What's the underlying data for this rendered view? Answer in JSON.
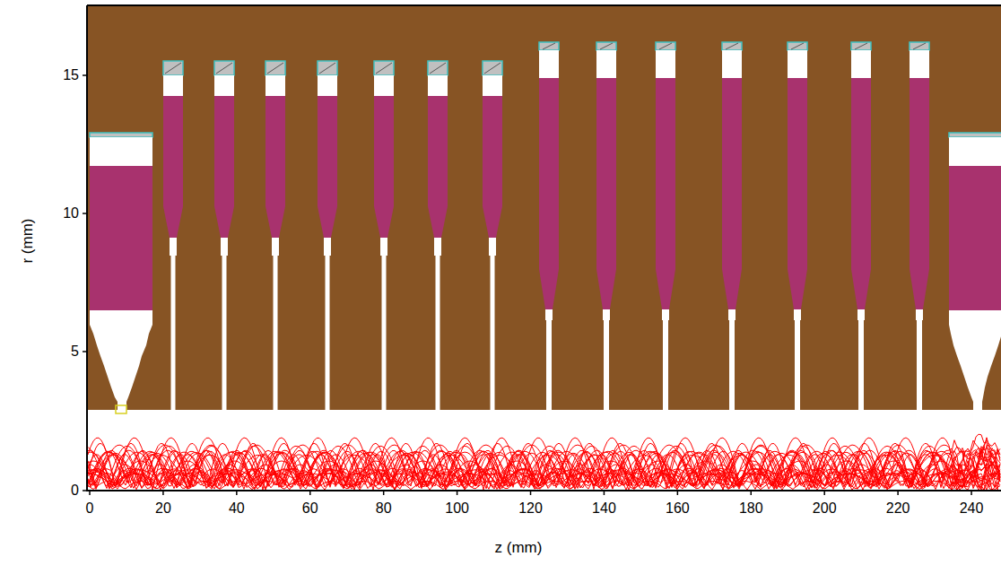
{
  "diagram": {
    "labels": [
      "15",
      "10",
      "5",
      "0",
      "0",
      "20",
      "40",
      "60",
      "80",
      "100",
      "120",
      "140",
      "160",
      "180",
      "200",
      "220",
      "240",
      "r (mm)",
      "z (mm)"
    ]
  }
}
